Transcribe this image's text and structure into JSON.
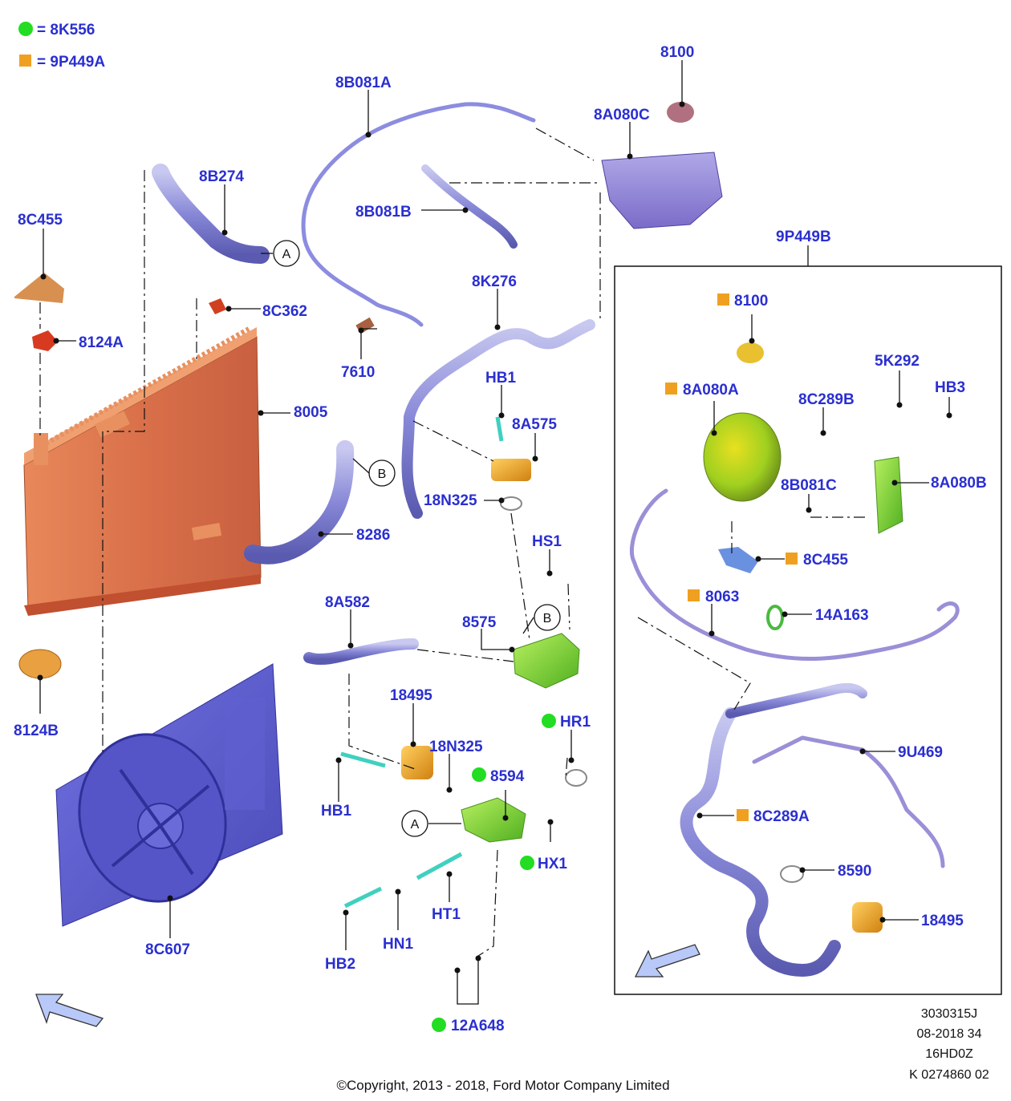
{
  "legend": [
    {
      "symbol": "green-dot",
      "color": "#22dd22",
      "text": "= 8K556"
    },
    {
      "symbol": "orange-square",
      "color": "#f0a020",
      "text": "= 9P449A"
    }
  ],
  "labels": {
    "l_8B081A": "8B081A",
    "l_8100": "8100",
    "l_8A080C": "8A080C",
    "l_8B274": "8B274",
    "l_8C455": "8C455",
    "l_8B081B": "8B081B",
    "l_8C362": "8C362",
    "l_8124A": "8124A",
    "l_8K276": "8K276",
    "l_7610": "7610",
    "l_8005": "8005",
    "l_HB1_top": "HB1",
    "l_8A575": "8A575",
    "l_18N325_top": "18N325",
    "l_8286": "8286",
    "l_HS1": "HS1",
    "l_8A582": "8A582",
    "l_8575": "8575",
    "l_8124B": "8124B",
    "l_18495": "18495",
    "l_18N325_bot": "18N325",
    "l_HR1": "HR1",
    "l_8594": "8594",
    "l_HB1_bot": "HB1",
    "l_HX1": "HX1",
    "l_8C607": "8C607",
    "l_HT1": "HT1",
    "l_HN1": "HN1",
    "l_HB2": "HB2",
    "l_12A648": "12A648",
    "l_9P449B": "9P449B",
    "k_8100": "8100",
    "k_5K292": "5K292",
    "k_HB3": "HB3",
    "k_8A080A": "8A080A",
    "k_8C289B": "8C289B",
    "k_8A080B": "8A080B",
    "k_8B081C": "8B081C",
    "k_8C455": "8C455",
    "k_8063": "8063",
    "k_14A163": "14A163",
    "k_9U469": "9U469",
    "k_8C289A": "8C289A",
    "k_8590": "8590",
    "k_18495": "18495"
  },
  "callouts": {
    "a1": "A",
    "b1": "B",
    "b2": "B",
    "a2": "A"
  },
  "reference": [
    "3030315J",
    "08-2018 34",
    "16HD0Z",
    "K 0274860 02"
  ],
  "copyright": "©Copyright, 2013 - 2018, Ford Motor Company Limited",
  "colors": {
    "label": "#2a2fd0",
    "green_marker": "#22dd22",
    "orange_marker": "#f0a020"
  }
}
